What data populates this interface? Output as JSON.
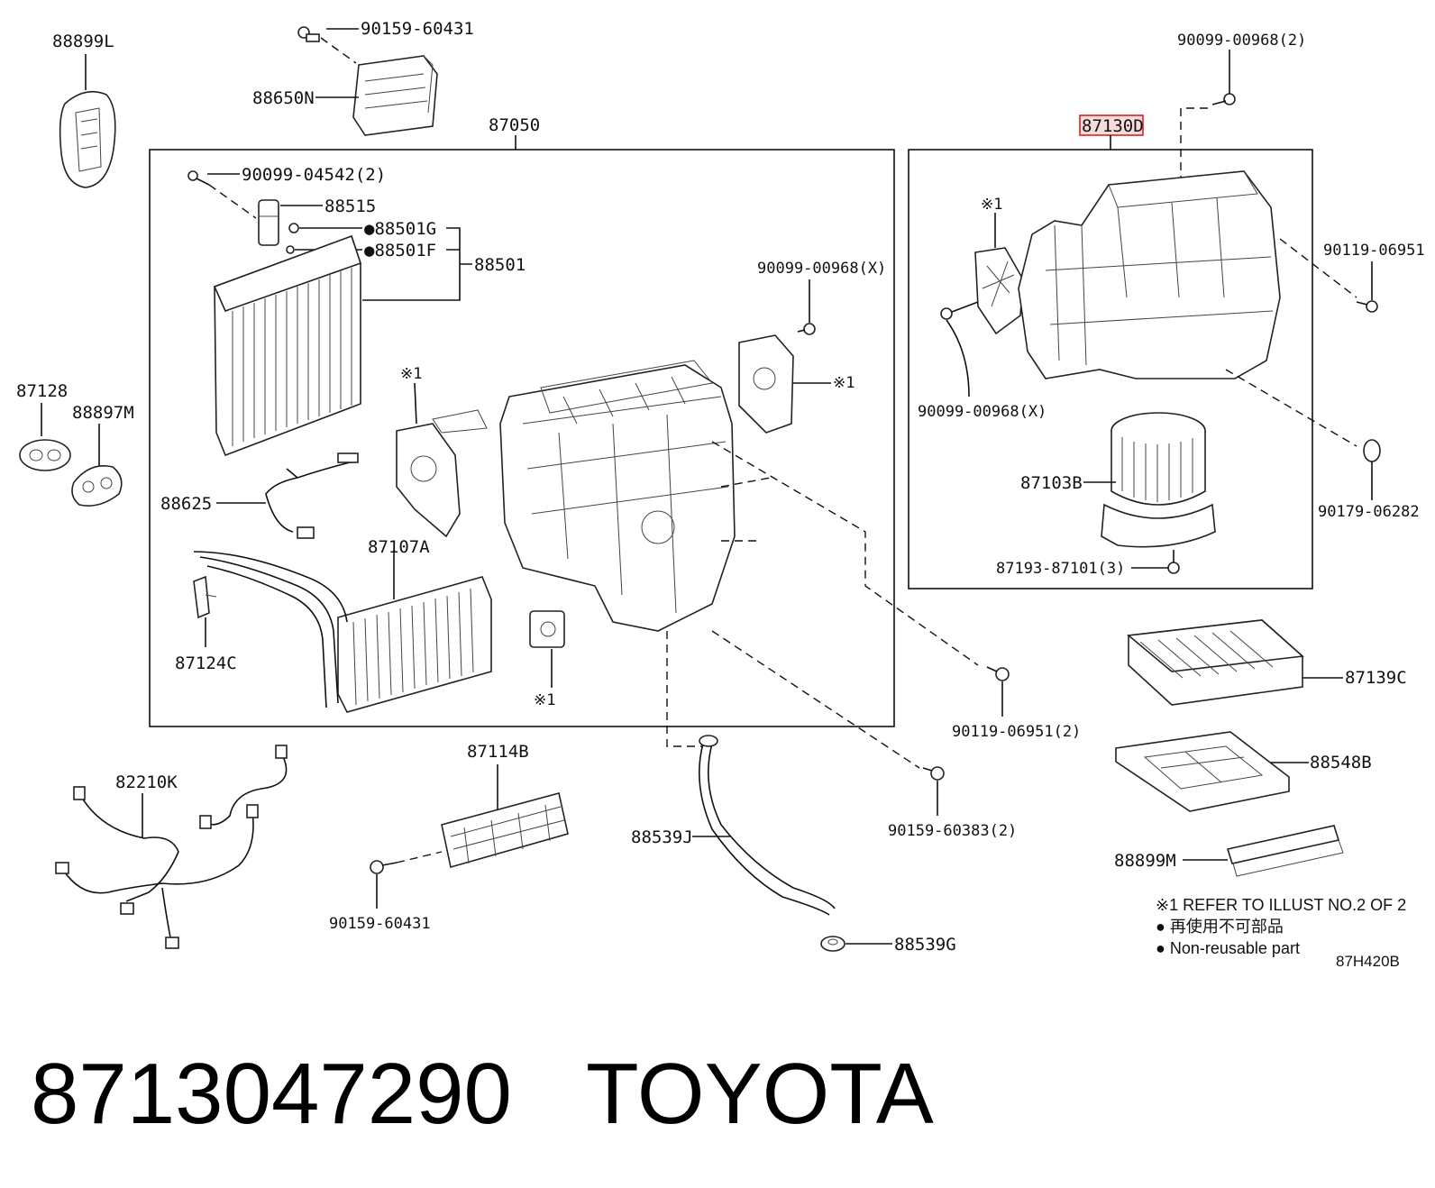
{
  "labels": {
    "p88899L": "88899L",
    "p90159_60431_top": "90159-60431",
    "p88650N": "88650N",
    "p87050": "87050",
    "p90099_04542": "90099-04542(2)",
    "p88515": "88515",
    "p88501G": "●88501G",
    "p88501F": "●88501F",
    "p88501": "88501",
    "p90099_00968X_left": "90099-00968(X)",
    "p87128": "87128",
    "p88897M": "88897M",
    "ref1_a": "※1",
    "ref1_b": "※1",
    "ref1_c": "※1",
    "ref1_d": "※1",
    "p88625": "88625",
    "p87107A": "87107A",
    "p87124C": "87124C",
    "p90099_00968_2": "90099-00968(2)",
    "p87130D": "87130D",
    "p90119_06951": "90119-06951",
    "p90099_00968X_right": "90099-00968(X)",
    "p87103B": "87103B",
    "p90179_06282": "90179-06282",
    "p87193_87101": "87193-87101(3)",
    "p90119_06951_2": "90119-06951(2)",
    "p87139C": "87139C",
    "p82210K": "82210K",
    "p87114B": "87114B",
    "p88548B": "88548B",
    "p88539J": "88539J",
    "p90159_60383": "90159-60383(2)",
    "p88899M": "88899M",
    "p90159_60431_bottom": "90159-60431",
    "p88539G": "88539G"
  },
  "notes": {
    "line1": "※1 REFER TO ILLUST NO.2 OF 2",
    "line2": "● 再使用不可部品",
    "line3": "● Non-reusable part",
    "code": "87H420B"
  },
  "caption": {
    "part_number": "8713047290",
    "brand": "TOYOTA"
  },
  "colors": {
    "highlight_border": "#e02020",
    "highlight_fill": "#f7dcdc"
  }
}
